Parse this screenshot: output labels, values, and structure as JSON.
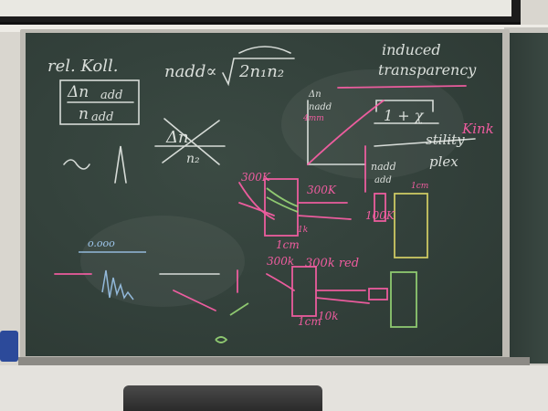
{
  "board": {
    "texts": {
      "rel_koll": "rel. Koll.",
      "delta_n_add": "Δn",
      "delta_n_add_sub": "add",
      "n_add": "n",
      "n_add_sub": "add",
      "n_add_prop": "nadd∝",
      "sqrt_expr": "2n₁n₂",
      "delta_n_crossed": "Δn",
      "n2_crossed": "n₂",
      "induced": "induced",
      "transparency": "transparency",
      "one_plus_chi": "1 + χ",
      "kink": "Kink",
      "stability": "stility",
      "plex": "plex",
      "nadd_axis": "nadd",
      "delta_n_small": "Δn",
      "nadd_small": "nadd",
      "add_label": "add",
      "label_300k_a": "300K",
      "label_300k_b": "300K",
      "label_300k_c": "300k",
      "label_300k_red": "300k red",
      "label_1cm_a": "1cm",
      "label_1cm_b": "1cm",
      "label_100k": "100K",
      "label_10k": "10k",
      "label_1k": "1k",
      "label_1cm_c": "1cm",
      "label_4mm": "4mm",
      "ooo": "o.ooo"
    }
  },
  "colors": {
    "board": "#34423c",
    "chalk_white": "#e8ece8",
    "chalk_pink": "#ff5fa8",
    "chalk_yellow": "#e8e06a",
    "chalk_green": "#9fe07a",
    "chalk_blue": "#a8d4ff"
  }
}
